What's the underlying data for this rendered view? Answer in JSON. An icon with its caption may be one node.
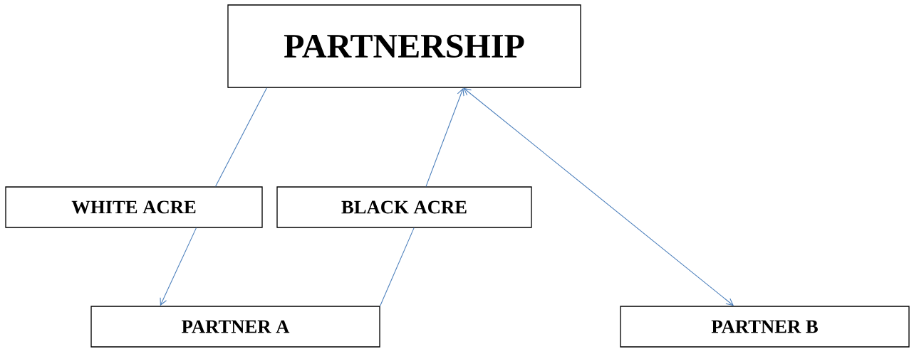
{
  "diagram": {
    "nodes": [
      {
        "text": [
          "PARTNERSHIP"
        ]
      },
      {
        "text": [
          "WHITE ACRE"
        ]
      },
      {
        "text": [
          "BLACK ACRE"
        ]
      },
      {
        "text": [
          "PARTNER A"
        ]
      },
      {
        "text": [
          "PARTNER B"
        ]
      }
    ],
    "edges": [
      {
        "from": 0,
        "to": 1,
        "arrow": "none"
      },
      {
        "from": 1,
        "to": 3,
        "arrow": "to"
      },
      {
        "from": 3,
        "to": 2,
        "arrow": "none"
      },
      {
        "from": 2,
        "to": 0,
        "arrow": "to"
      },
      {
        "from": 0,
        "to": 4,
        "arrow": "both"
      }
    ]
  }
}
